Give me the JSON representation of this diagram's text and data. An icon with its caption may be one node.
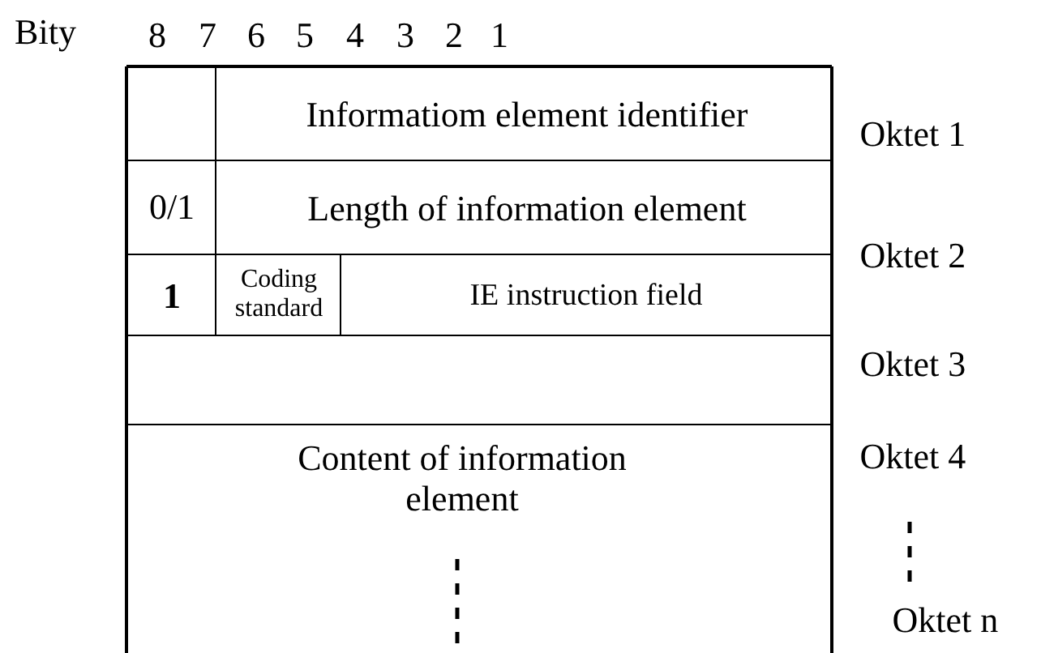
{
  "diagram": {
    "labels": [
      "Bity",
      "8",
      "7",
      "6",
      "5",
      "4",
      "3",
      "2",
      "1",
      "Informatiom element identifier",
      "Oktet 1",
      "0/1",
      "Length of information element",
      "Oktet 2",
      "1",
      "Coding standard",
      "IE instruction field",
      "Oktet 3",
      "Content of information element",
      "Oktet 4",
      "Oktet n"
    ]
  }
}
